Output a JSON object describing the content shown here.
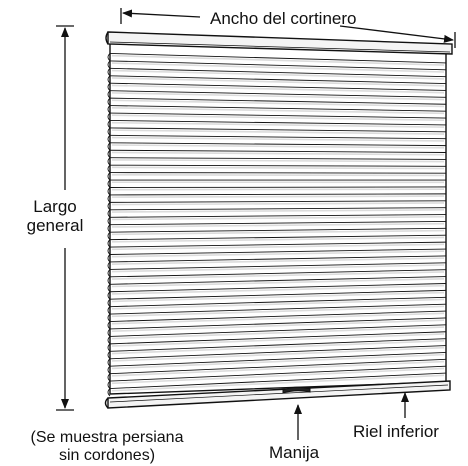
{
  "labels": {
    "width": "Ancho del cortinero",
    "length_line1": "Largo",
    "length_line2": "general",
    "note_line1": "(Se muestra persiana",
    "note_line2": "sin cordones)",
    "handle": "Manija",
    "bottom_rail": "Riel inferior"
  },
  "colors": {
    "line": "#111111",
    "rail_fill": "#f4f4f4",
    "pleat_shadow": "#dcdcdc",
    "background": "#ffffff"
  },
  "pleat_count": 46
}
